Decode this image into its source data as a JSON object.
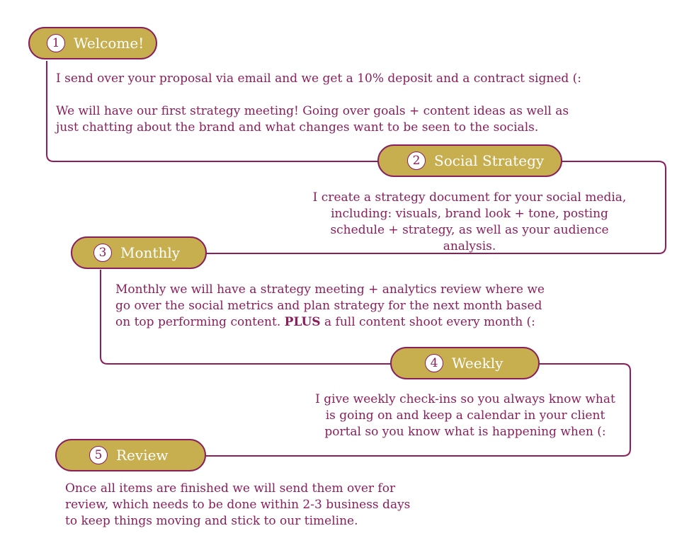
{
  "colors": {
    "accent": "#8a1f5c",
    "pill": "#c7ae4f",
    "text": "#8a1f5c"
  },
  "steps": [
    {
      "number": "1",
      "title": "Welcome!",
      "paragraphs": [
        "I send over your proposal via email and we get a 10% deposit and a contract signed (:",
        "We will have our first strategy meeting! Going over goals + content ideas as well as just chatting about the brand and what changes want to be seen to the socials."
      ]
    },
    {
      "number": "2",
      "title": "Social Strategy",
      "paragraphs": [
        "I create a strategy document for your social media, including: visuals, brand look + tone, posting schedule + strategy, as well as your audience analysis."
      ]
    },
    {
      "number": "3",
      "title": "Monthly",
      "text_before_bold": "Monthly we will have a strategy meeting + analytics review where we go over the social metrics and plan strategy for the next month based on top performing content.",
      "bold": "PLUS",
      "text_after_bold": "a full content shoot every month (:"
    },
    {
      "number": "4",
      "title": "Weekly",
      "paragraphs": [
        "I give weekly check-ins so you always know what is going on and keep a calendar in your client portal so you know what is happening when (:"
      ]
    },
    {
      "number": "5",
      "title": "Review",
      "paragraphs": [
        "Once all items are finished we will send them over for review, which needs to be done within 2-3 business days to keep things moving and stick to our timeline."
      ]
    }
  ]
}
